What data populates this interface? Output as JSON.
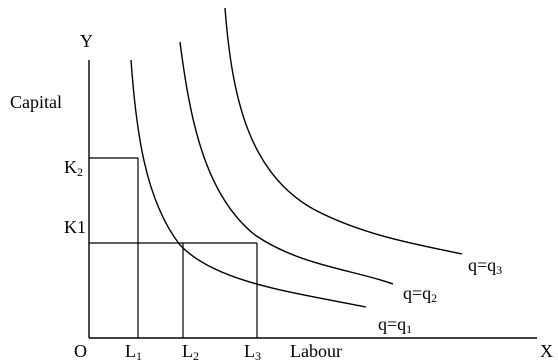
{
  "axes": {
    "y_label": "Y",
    "x_label": "X",
    "origin_label": "O",
    "y_title": "Capital",
    "x_title": "Labour"
  },
  "y_ticks": {
    "k2": {
      "base": "K",
      "sub": "2"
    },
    "k1": {
      "text": "K1"
    }
  },
  "x_ticks": {
    "l1": {
      "base": "L",
      "sub": "1"
    },
    "l2": {
      "base": "L",
      "sub": "2"
    },
    "l3": {
      "base": "L",
      "sub": "3"
    }
  },
  "isoquants": [
    {
      "id": "q1",
      "base": "q=q",
      "sub": "1"
    },
    {
      "id": "q2",
      "base": "q=q",
      "sub": "2"
    },
    {
      "id": "q3",
      "base": "q=q",
      "sub": "3"
    }
  ]
}
